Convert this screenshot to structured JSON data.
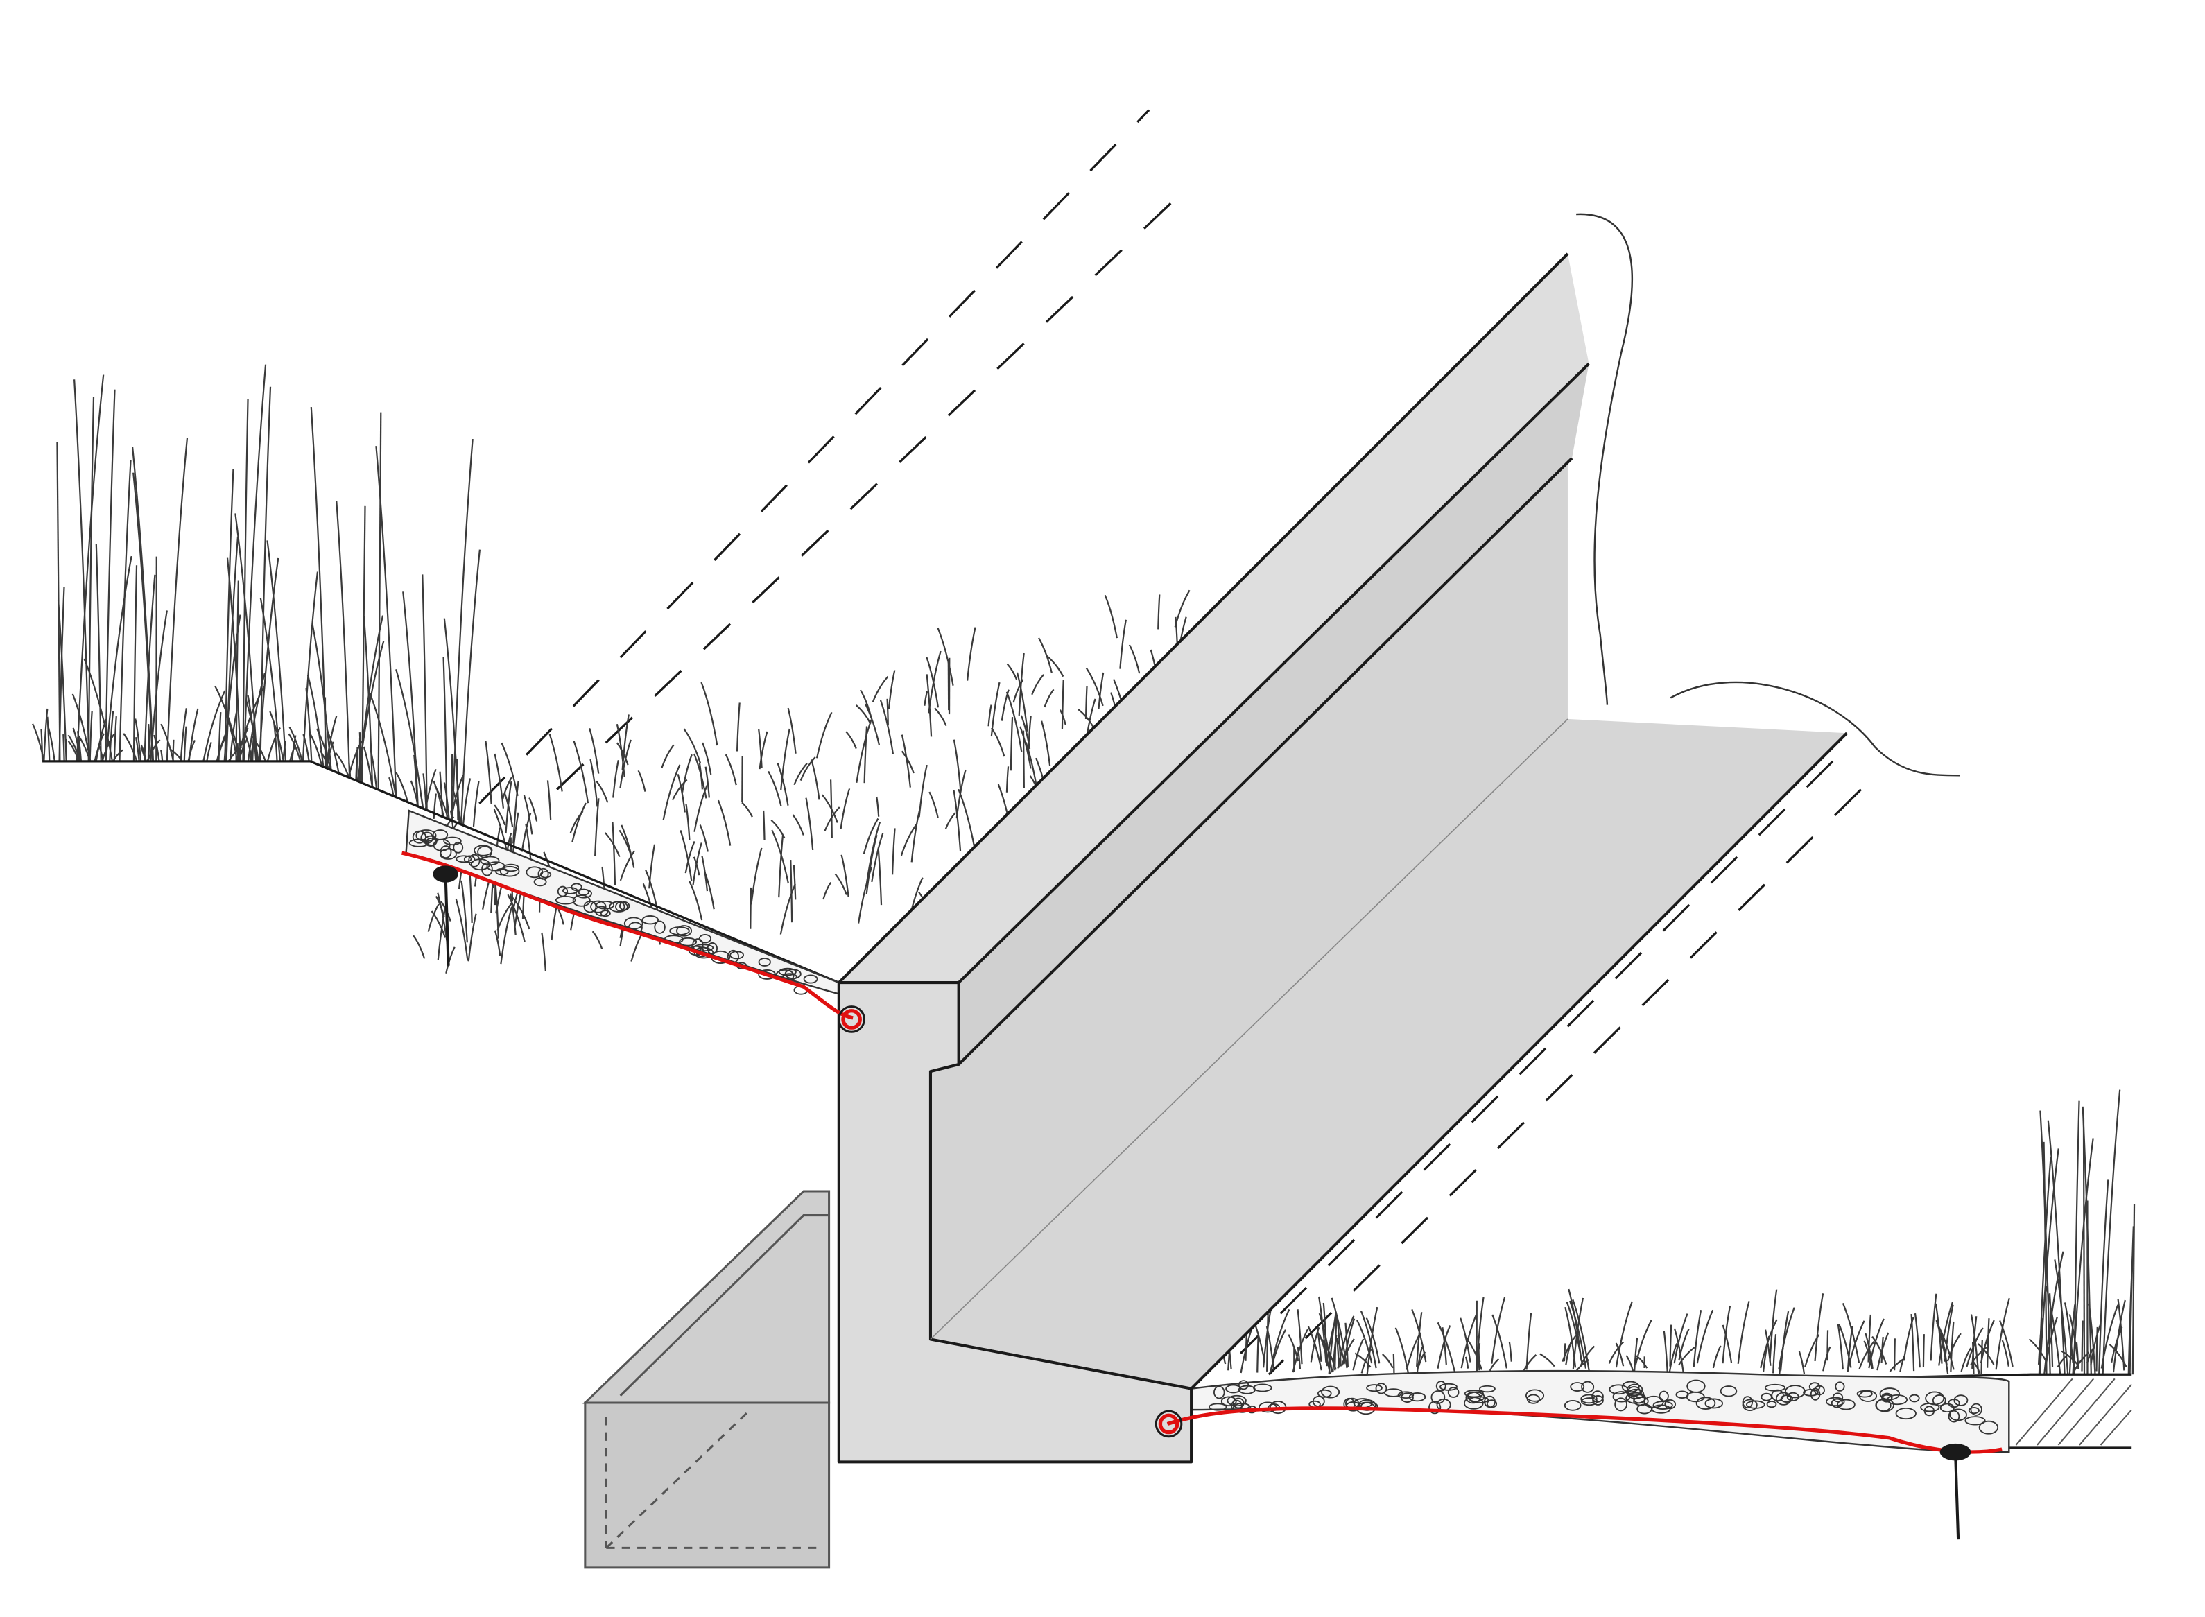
{
  "colors": {
    "paper": "#ffffff",
    "ink": "#1a1a1a",
    "concrete": "#d9d9d9",
    "concrete_shadow": "#cfcfcf",
    "membrane": "#e01010",
    "grass": "#3a3a3a"
  },
  "components": [
    {
      "name": "l-shaped-concrete-channel"
    },
    {
      "name": "support-box"
    },
    {
      "name": "gravel-bed-left"
    },
    {
      "name": "gravel-bed-right"
    },
    {
      "name": "waterproof-membrane"
    },
    {
      "name": "anchor-pin-left"
    },
    {
      "name": "anchor-pin-right"
    }
  ]
}
